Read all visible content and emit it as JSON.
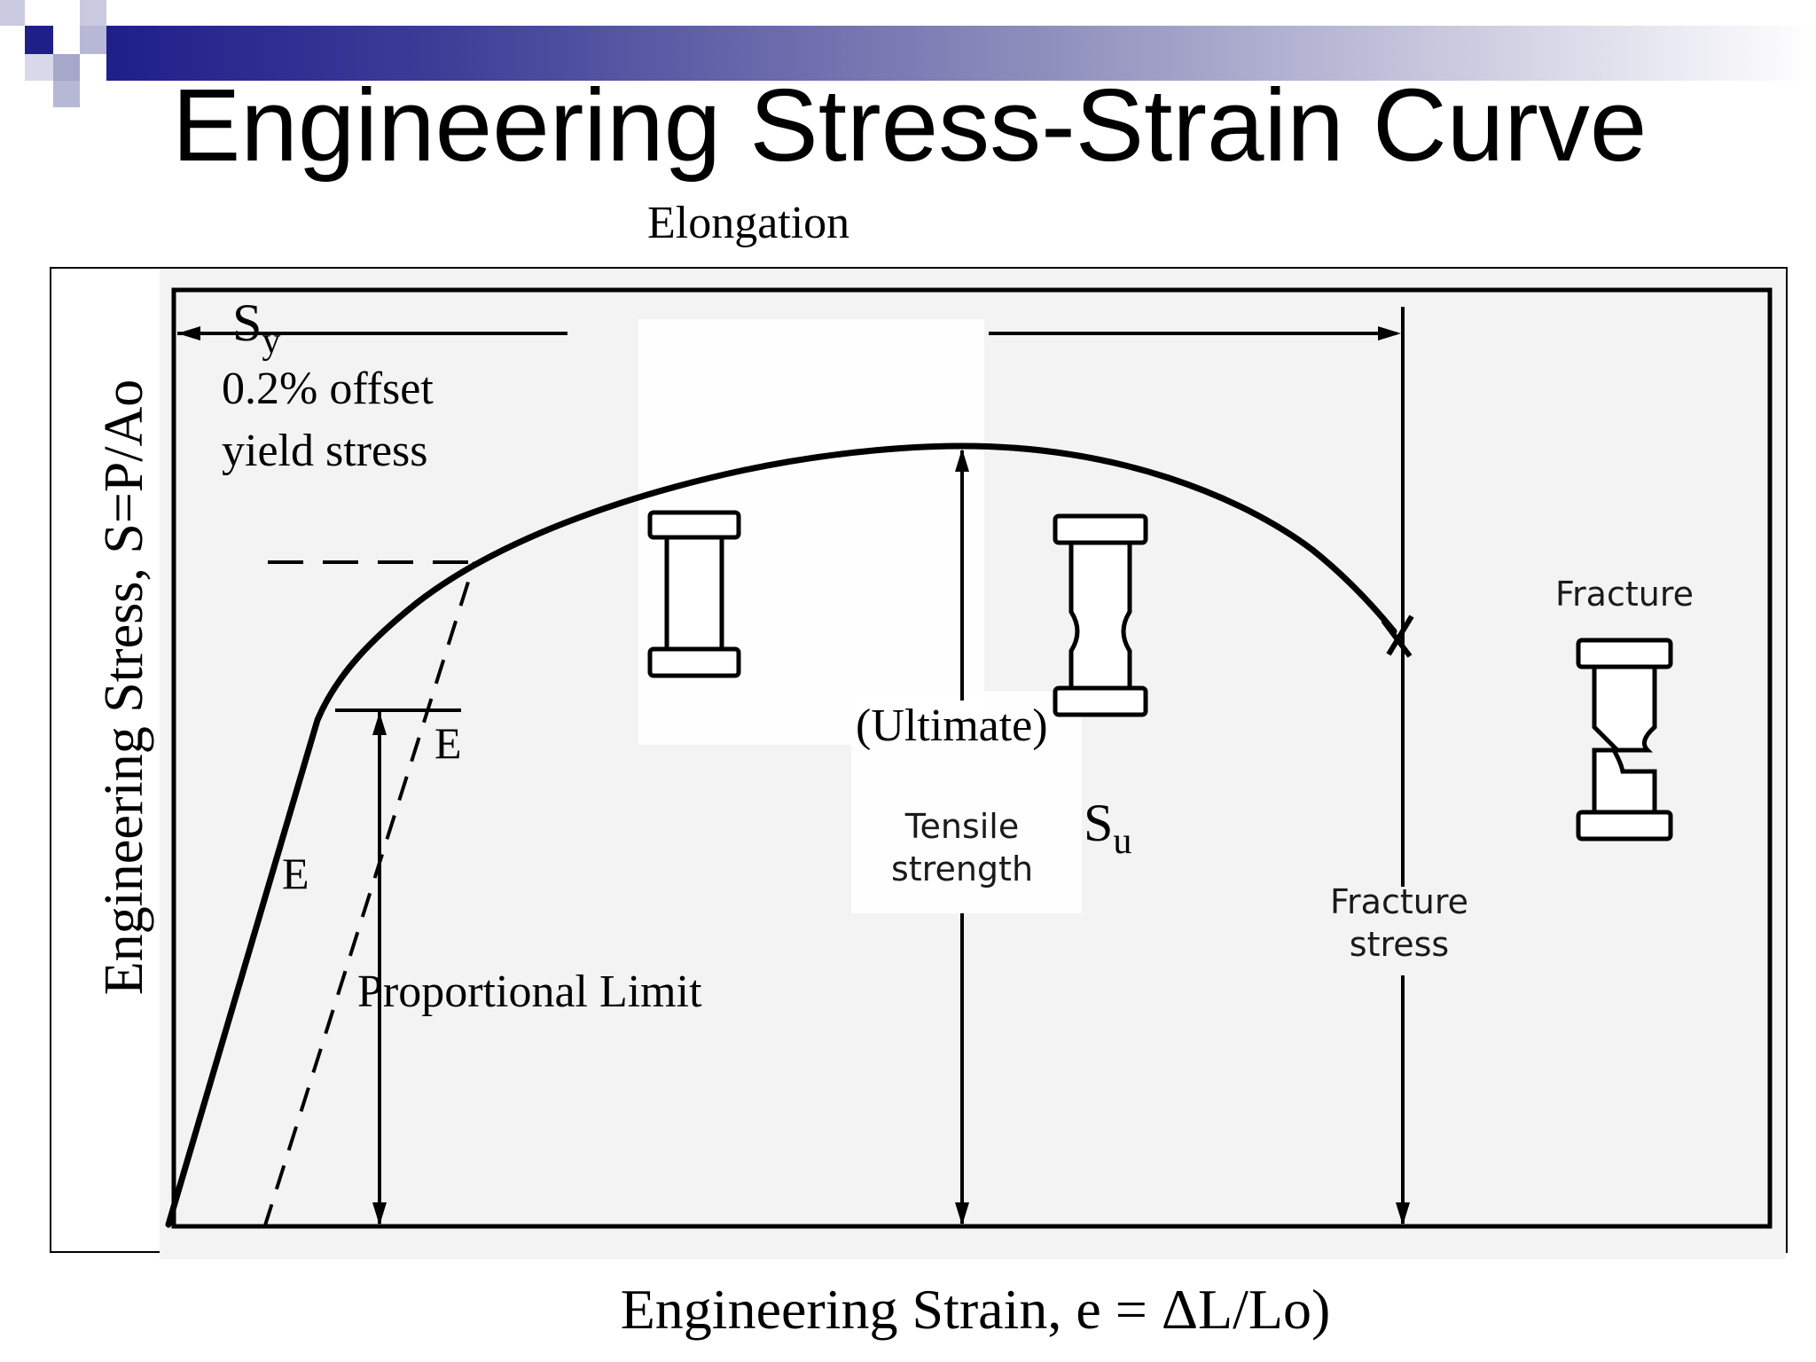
{
  "slide": {
    "title": "Engineering Stress-Strain Curve"
  },
  "figure": {
    "elongation_label": "Elongation",
    "x_axis_label": "Engineering Strain, e = ΔL/Lo)",
    "y_axis_label": "Engineering Stress, S=P/Ao",
    "sy_symbol": "S",
    "sy_subscript": "y",
    "offset_label_line1": "0.2% offset",
    "offset_label_line2": "yield stress",
    "e_label_upper": "E",
    "e_label_lower": "E",
    "proportional_limit_label": "Proportional Limit",
    "ultimate_label": "(Ultimate)",
    "tensile_line1": "Tensile",
    "tensile_line2": "strength",
    "su_symbol": "S",
    "su_subscript": "u",
    "fracture_label": "Fracture",
    "fracture_stress_line1": "Fracture",
    "fracture_stress_line2": "stress"
  },
  "colors": {
    "title_bar_dark": "#1f1f8a",
    "title_bar_mid": "#8f8fbd",
    "ink": "#000000",
    "plot_background": "#f2f2f2"
  }
}
